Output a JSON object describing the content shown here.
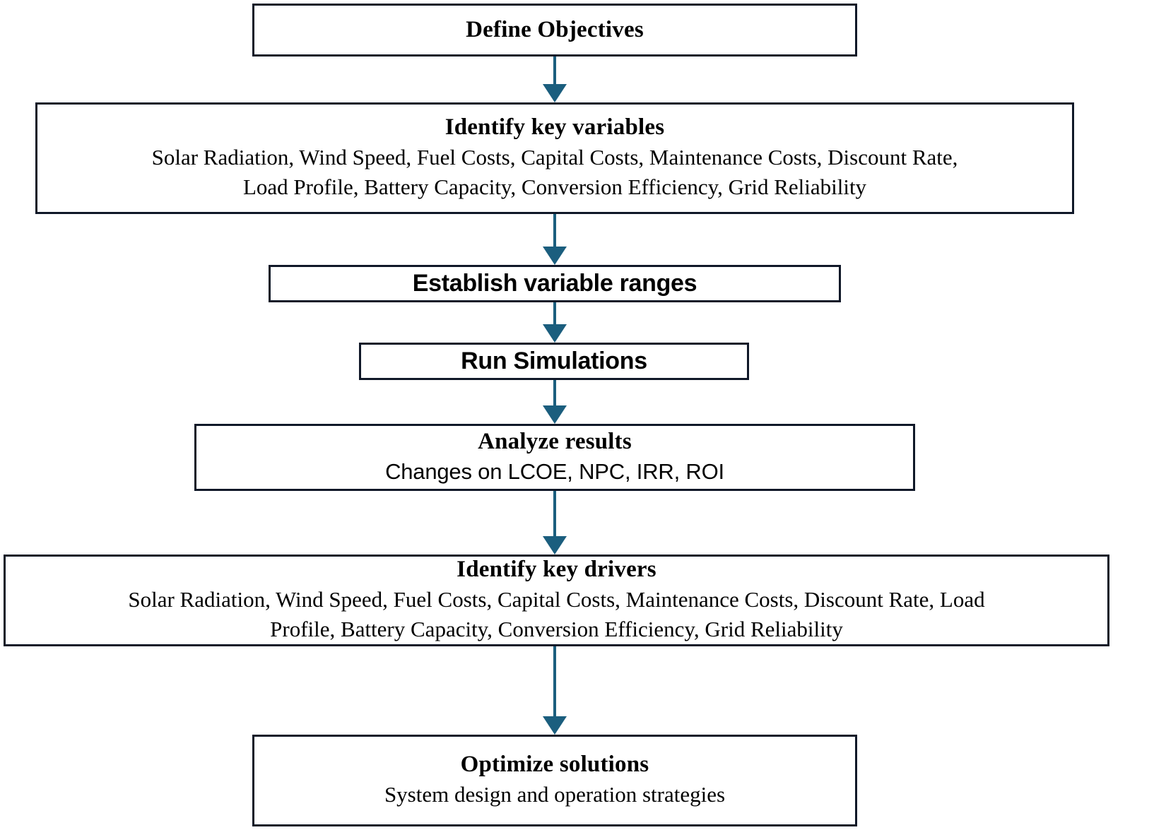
{
  "diagram": {
    "type": "flowchart",
    "orientation": "top-to-bottom",
    "arrow_color": "#1b5e7e",
    "box_border_color": "#101828",
    "background": "#ffffff",
    "nodes": [
      {
        "id": "define-objectives",
        "title": "Define Objectives",
        "sub": []
      },
      {
        "id": "identify-key-variables",
        "title": "Identify key variables",
        "sub": [
          "Solar Radiation,  Wind Speed, Fuel Costs, Capital Costs, Maintenance  Costs, Discount Rate,",
          "Load Profile,  Battery  Capacity,  Conversion Efficiency,  Grid Reliability"
        ]
      },
      {
        "id": "establish-variable-ranges",
        "title": "Establish variable ranges",
        "sub": []
      },
      {
        "id": "run-simulations",
        "title": "Run Simulations",
        "sub": []
      },
      {
        "id": "analyze-results",
        "title": "Analyze results",
        "sub": [
          "Changes on LCOE, NPC, IRR, ROI"
        ]
      },
      {
        "id": "identify-key-drivers",
        "title": "Identify key drivers",
        "sub": [
          "Solar Radiation,  Wind Speed, Fuel Costs, Capital Costs, Maintenance  Costs, Discount Rate, Load",
          "Profile,  Battery  Capacity,  Conversion Efficiency,  Grid Reliability"
        ]
      },
      {
        "id": "optimize-solutions",
        "title": "Optimize solutions",
        "sub": [
          "System design and operation strategies"
        ]
      }
    ],
    "connectors": [
      {
        "id": "arrow-1",
        "from": "define-objectives",
        "to": "identify-key-variables"
      },
      {
        "id": "arrow-2",
        "from": "identify-key-variables",
        "to": "establish-variable-ranges"
      },
      {
        "id": "arrow-3",
        "from": "establish-variable-ranges",
        "to": "run-simulations"
      },
      {
        "id": "arrow-4",
        "from": "run-simulations",
        "to": "analyze-results"
      },
      {
        "id": "arrow-5",
        "from": "analyze-results",
        "to": "identify-key-drivers"
      },
      {
        "id": "arrow-6",
        "from": "identify-key-drivers",
        "to": "optimize-solutions"
      }
    ]
  }
}
